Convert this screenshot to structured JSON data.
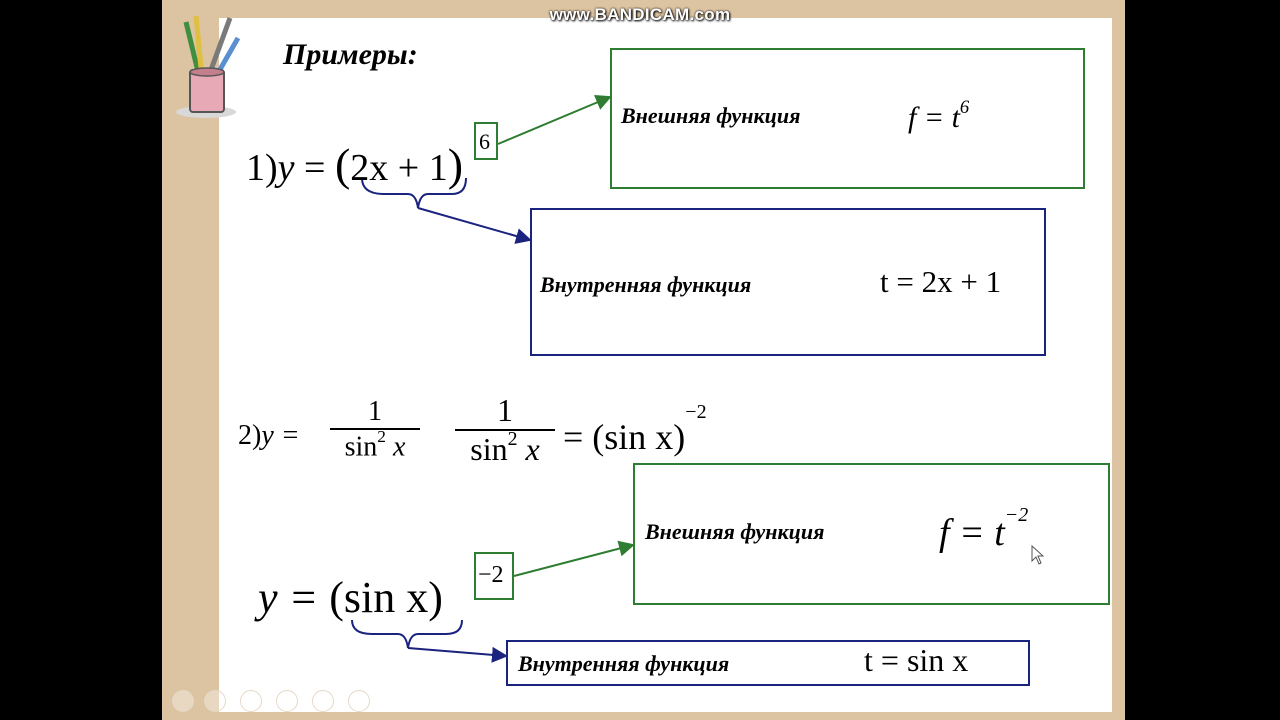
{
  "watermark": "www.BANDICAM.com",
  "slide": {
    "title": "Примеры:",
    "example1": {
      "number": "1)",
      "lhs": "y",
      "eq": "=",
      "lparen": "(",
      "inner": "2x + 1",
      "rparen": ")",
      "exponent": "6",
      "outer_label": "Внешняя функция",
      "outer_formula": "f = t",
      "outer_exp": "6",
      "inner_label": "Внутренняя функция",
      "inner_formula": "t = 2x + 1"
    },
    "example2": {
      "number": "2)",
      "lhs": "y =",
      "frac1_num": "1",
      "frac1_den": "sin",
      "frac1_den_exp": "2",
      "frac1_den_var": "x",
      "frac2_num": "1",
      "frac2_den": "sin",
      "frac2_den_exp": "2",
      "frac2_den_var": "x",
      "eq_rhs": "= (sin x)",
      "eq_rhs_exp": "−2",
      "y_expr_lhs": "y =",
      "y_expr_body": "(sin x)",
      "exponent": "−2",
      "outer_label": "Внешняя функция",
      "outer_formula": "f = t",
      "outer_exp": "−2",
      "inner_label": "Внутренняя функция",
      "inner_formula": "t = sin x"
    }
  },
  "colors": {
    "frame": "#dcc3a1",
    "green": "#2e7d32",
    "navy": "#1a237e"
  },
  "icons": [
    "pencil-cup-icon",
    "cursor-icon"
  ]
}
